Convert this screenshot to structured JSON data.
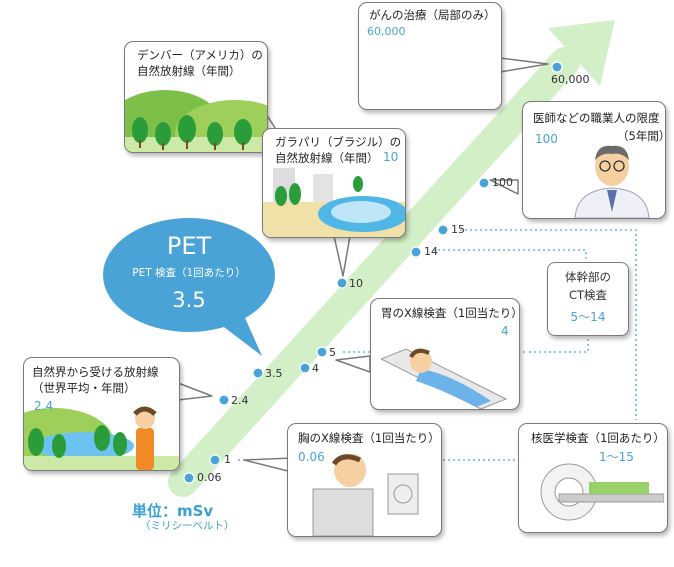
{
  "unit": {
    "main": "単位：mSv",
    "sub": "（ミリシーベルト）"
  },
  "pet": {
    "title": "PET",
    "subtitle": "PET 検査（1回あたり）",
    "value": "3.5"
  },
  "scale_points": [
    {
      "label": "0.06",
      "value": 0.06
    },
    {
      "label": "1",
      "value": 1
    },
    {
      "label": "2.4",
      "value": 2.4
    },
    {
      "label": "3.5",
      "value": 3.5
    },
    {
      "label": "4",
      "value": 4
    },
    {
      "label": "5",
      "value": 5
    },
    {
      "label": "10",
      "value": 10
    },
    {
      "label": "14",
      "value": 14
    },
    {
      "label": "15",
      "value": 15
    },
    {
      "label": "100",
      "value": 100
    },
    {
      "label": "60,000",
      "value": 60000
    }
  ],
  "cards": {
    "cancer": {
      "title": "がんの治療（局部のみ）",
      "value": "60,000"
    },
    "denver": {
      "title_line1": "デンバー（アメリカ）の",
      "title_line2": "自然放射線（年間）"
    },
    "guarapari": {
      "title_line1": "ガラパリ（ブラジル）の",
      "title_line2": "自然放射線（年間）",
      "value": "10"
    },
    "medical_worker": {
      "title": "医師などの職業人の限度",
      "period": "（5年間）",
      "value": "100"
    },
    "stomach": {
      "title": "胃のX線検査（1回当たり）",
      "value": "4"
    },
    "natural": {
      "title_line1": "自然界から受ける放射線",
      "title_line2": "（世界平均・年間）",
      "value": "2.4"
    },
    "chest": {
      "title": "胸のX線検査（1回当たり）",
      "value": "0.06"
    },
    "nuclear": {
      "title": "核医学検査（1回あたり）",
      "value": "1〜15"
    },
    "ct": {
      "line1": "体幹部の",
      "line2": "CT検査",
      "value": "5〜14"
    }
  },
  "colors": {
    "arrow": "#d2efc7",
    "dot": "#4aa3d6",
    "pet_bubble": "#4aa3d6",
    "value_text": "#4aa3d6",
    "dotted_line": "#4aa3d6"
  }
}
